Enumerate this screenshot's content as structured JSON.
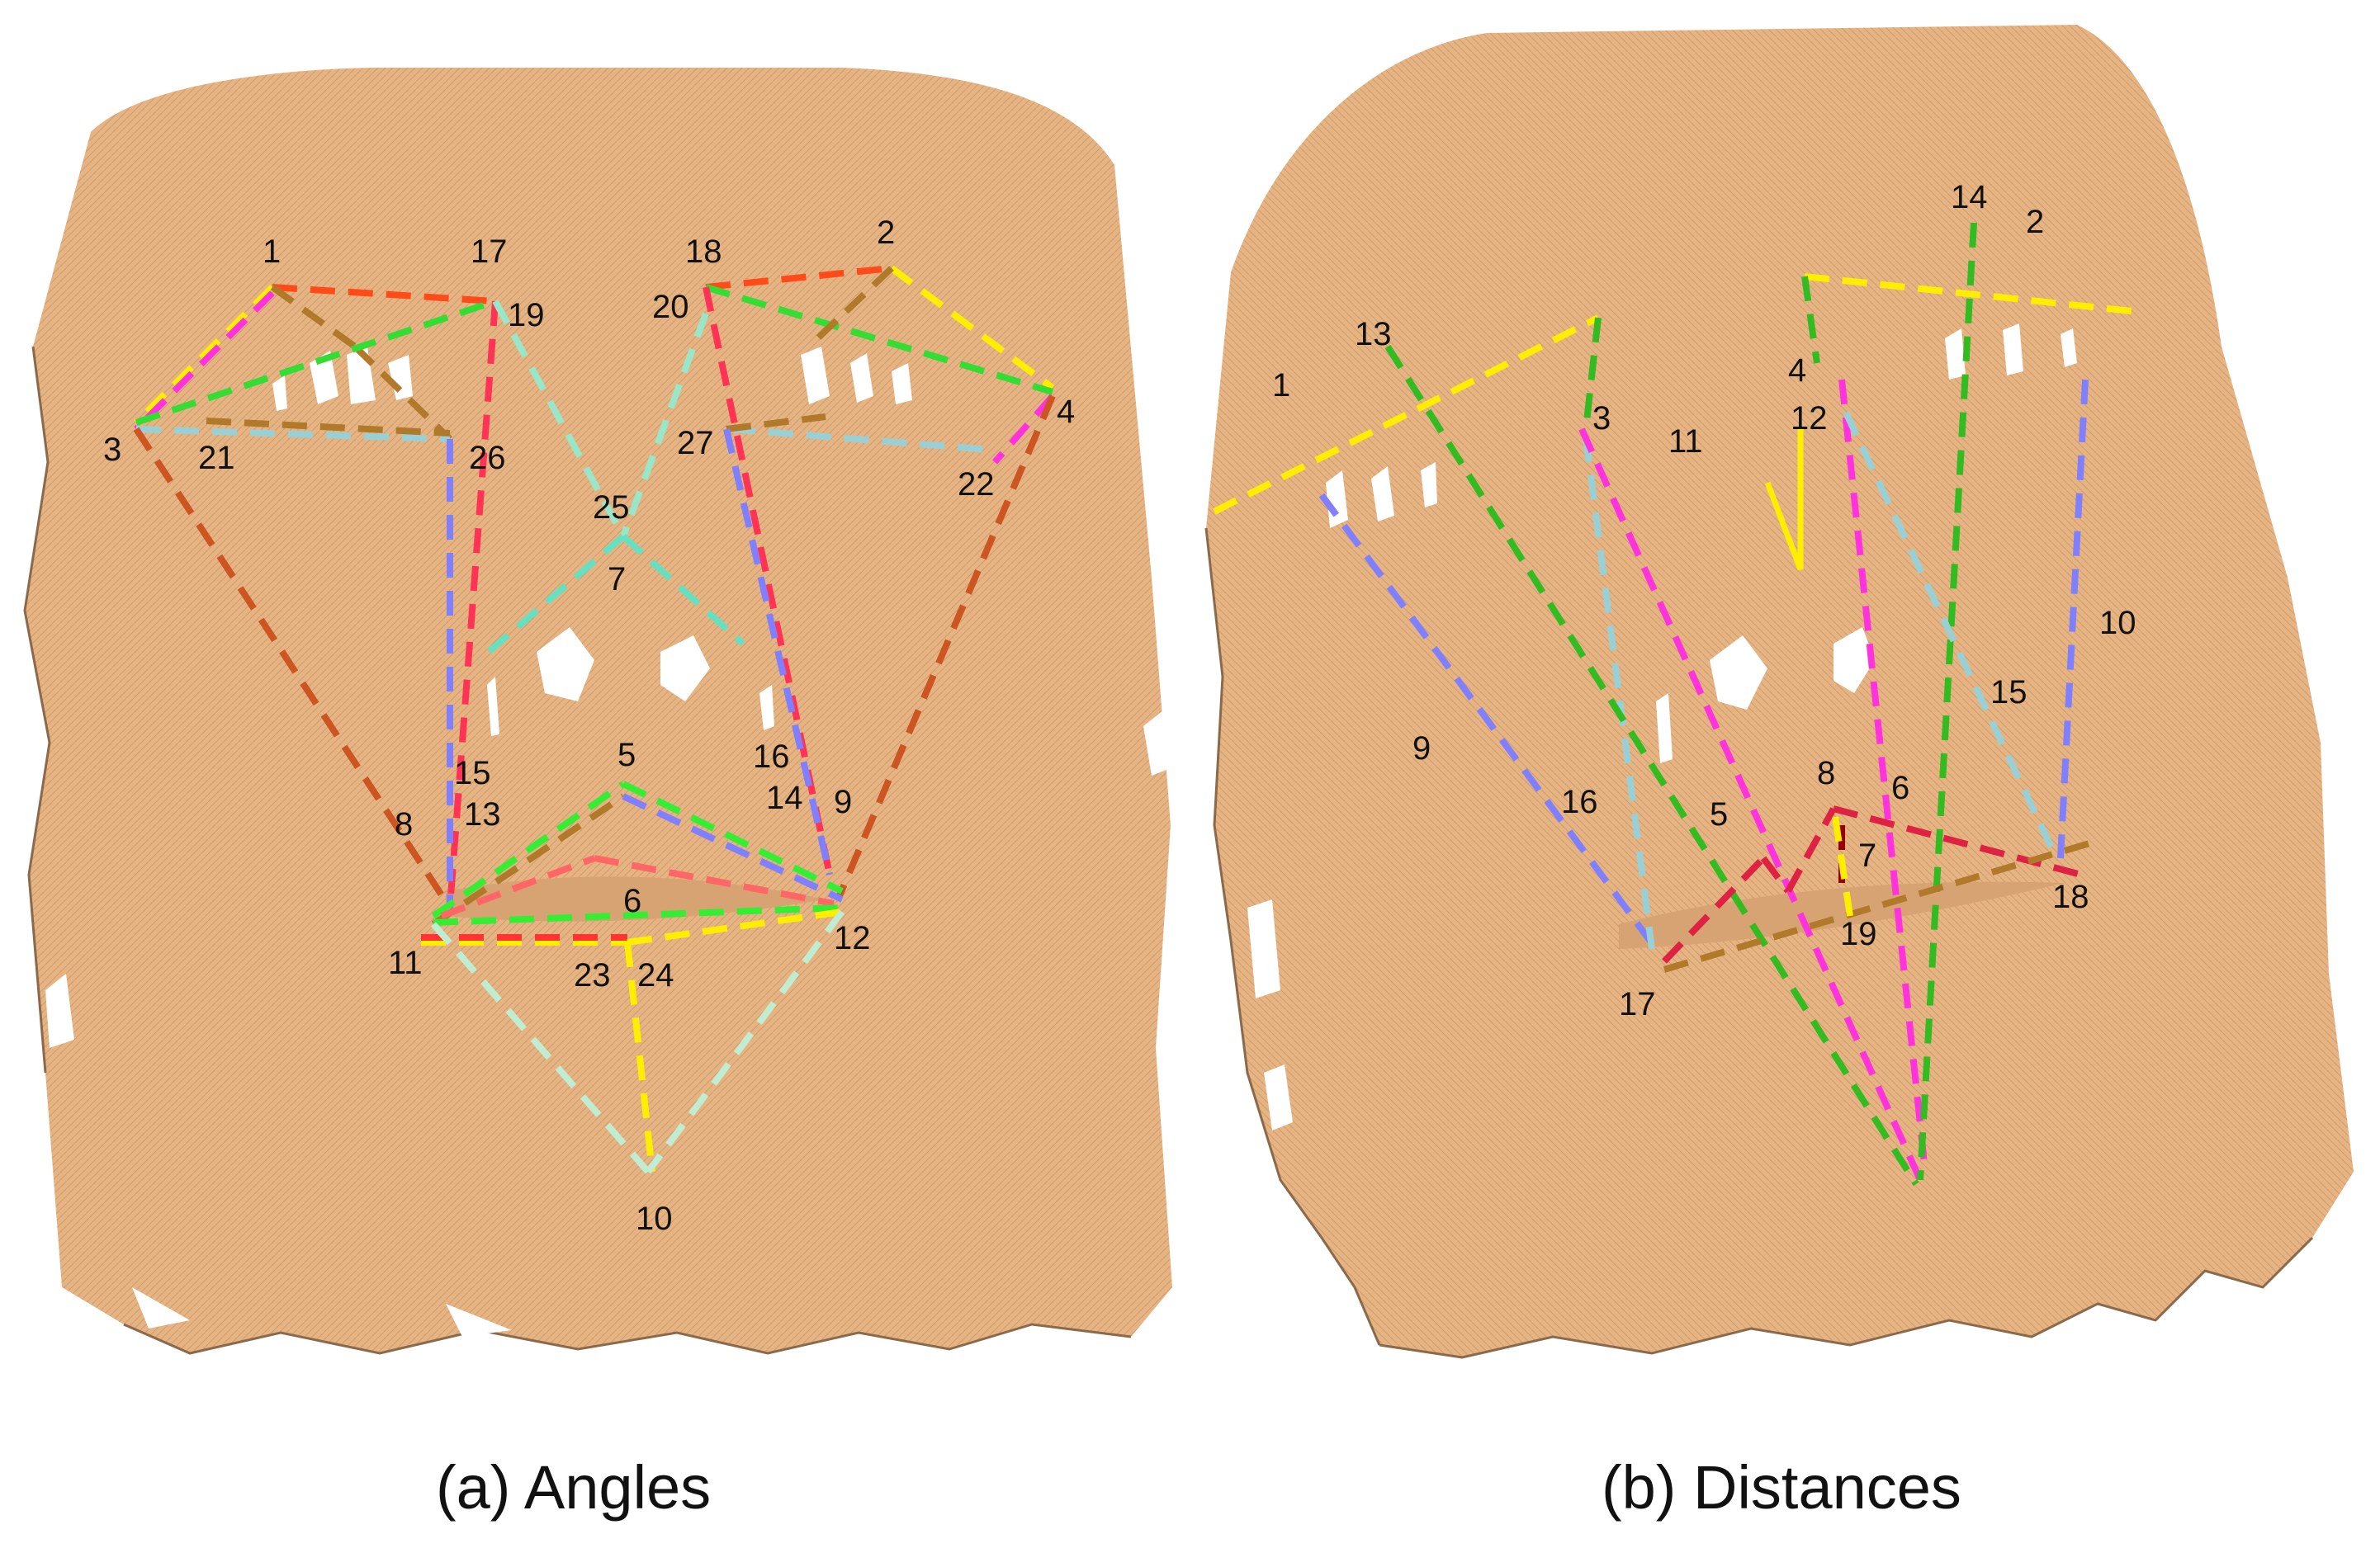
{
  "colors": {
    "skin": "#e6b483",
    "skin_texture": "#c89466",
    "background": "#ffffff"
  },
  "panel_a": {
    "caption": "(a) Angles",
    "labels": {
      "n1": "1",
      "n2": "2",
      "n3": "3",
      "n4": "4",
      "n5": "5",
      "n6": "6",
      "n7": "7",
      "n8": "8",
      "n9": "9",
      "n10": "10",
      "n11": "11",
      "n12": "12",
      "n13": "13",
      "n14": "14",
      "n15": "15",
      "n16": "16",
      "n17": "17",
      "n18": "18",
      "n19": "19",
      "n20": "20",
      "n21": "21",
      "n22": "22",
      "n23": "23",
      "n24": "24",
      "n25": "25",
      "n26": "26",
      "n27": "27"
    }
  },
  "panel_b": {
    "caption": "(b) Distances",
    "labels": {
      "n1": "1",
      "n2": "2",
      "n3": "3",
      "n4": "4",
      "n5": "5",
      "n6": "6",
      "n7": "7",
      "n8": "8",
      "n9": "9",
      "n10": "10",
      "n11": "11",
      "n12": "12",
      "n13": "13",
      "n14": "14",
      "n15": "15",
      "n16": "16",
      "n17": "17",
      "n18": "18",
      "n19": "19"
    }
  }
}
